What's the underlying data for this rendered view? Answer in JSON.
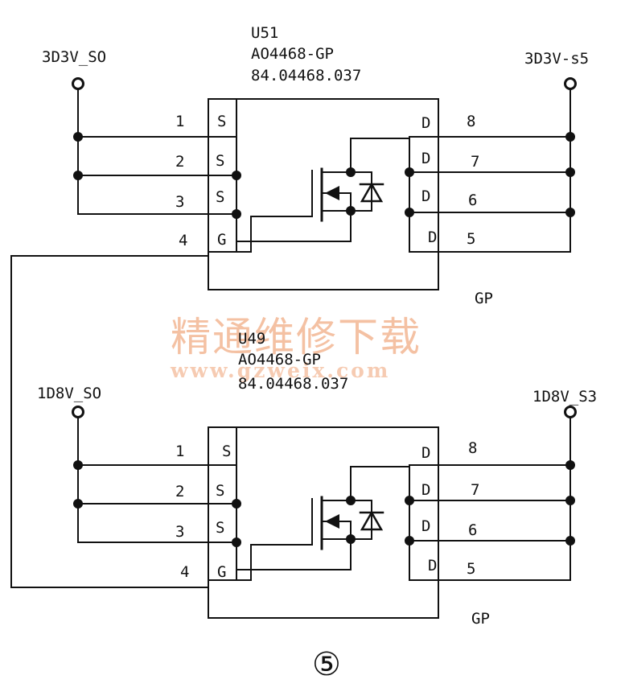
{
  "colors": {
    "line": "#111111",
    "watermark": "#f2b08a"
  },
  "upper": {
    "ref": "U51",
    "part": "AO4468-GP",
    "code": "84.04468.037",
    "net_left": "3D3V_SO",
    "net_right": "3D3V-s5",
    "gp": "GP",
    "pins_left": [
      {
        "num": "1",
        "name": "S"
      },
      {
        "num": "2",
        "name": "S"
      },
      {
        "num": "3",
        "name": "S"
      },
      {
        "num": "4",
        "name": "G"
      }
    ],
    "pins_right": [
      {
        "num": "8",
        "name": "D"
      },
      {
        "num": "7",
        "name": "D"
      },
      {
        "num": "6",
        "name": "D"
      },
      {
        "num": "5",
        "name": "D"
      }
    ]
  },
  "lower": {
    "ref": "U49",
    "part": "AO4468-GP",
    "code": "84.04468.037",
    "net_left": "1D8V_SO",
    "net_right": "1D8V_S3",
    "gp": "GP",
    "pins_left": [
      {
        "num": "1",
        "name": "S"
      },
      {
        "num": "2",
        "name": "S"
      },
      {
        "num": "3",
        "name": "S"
      },
      {
        "num": "4",
        "name": "G"
      }
    ],
    "pins_right": [
      {
        "num": "8",
        "name": "D"
      },
      {
        "num": "7",
        "name": "D"
      },
      {
        "num": "6",
        "name": "D"
      },
      {
        "num": "5",
        "name": "D"
      }
    ]
  },
  "watermark": {
    "cn": "精通维修下载",
    "url": "www.gzweix.com"
  },
  "figure_number": "⑤"
}
